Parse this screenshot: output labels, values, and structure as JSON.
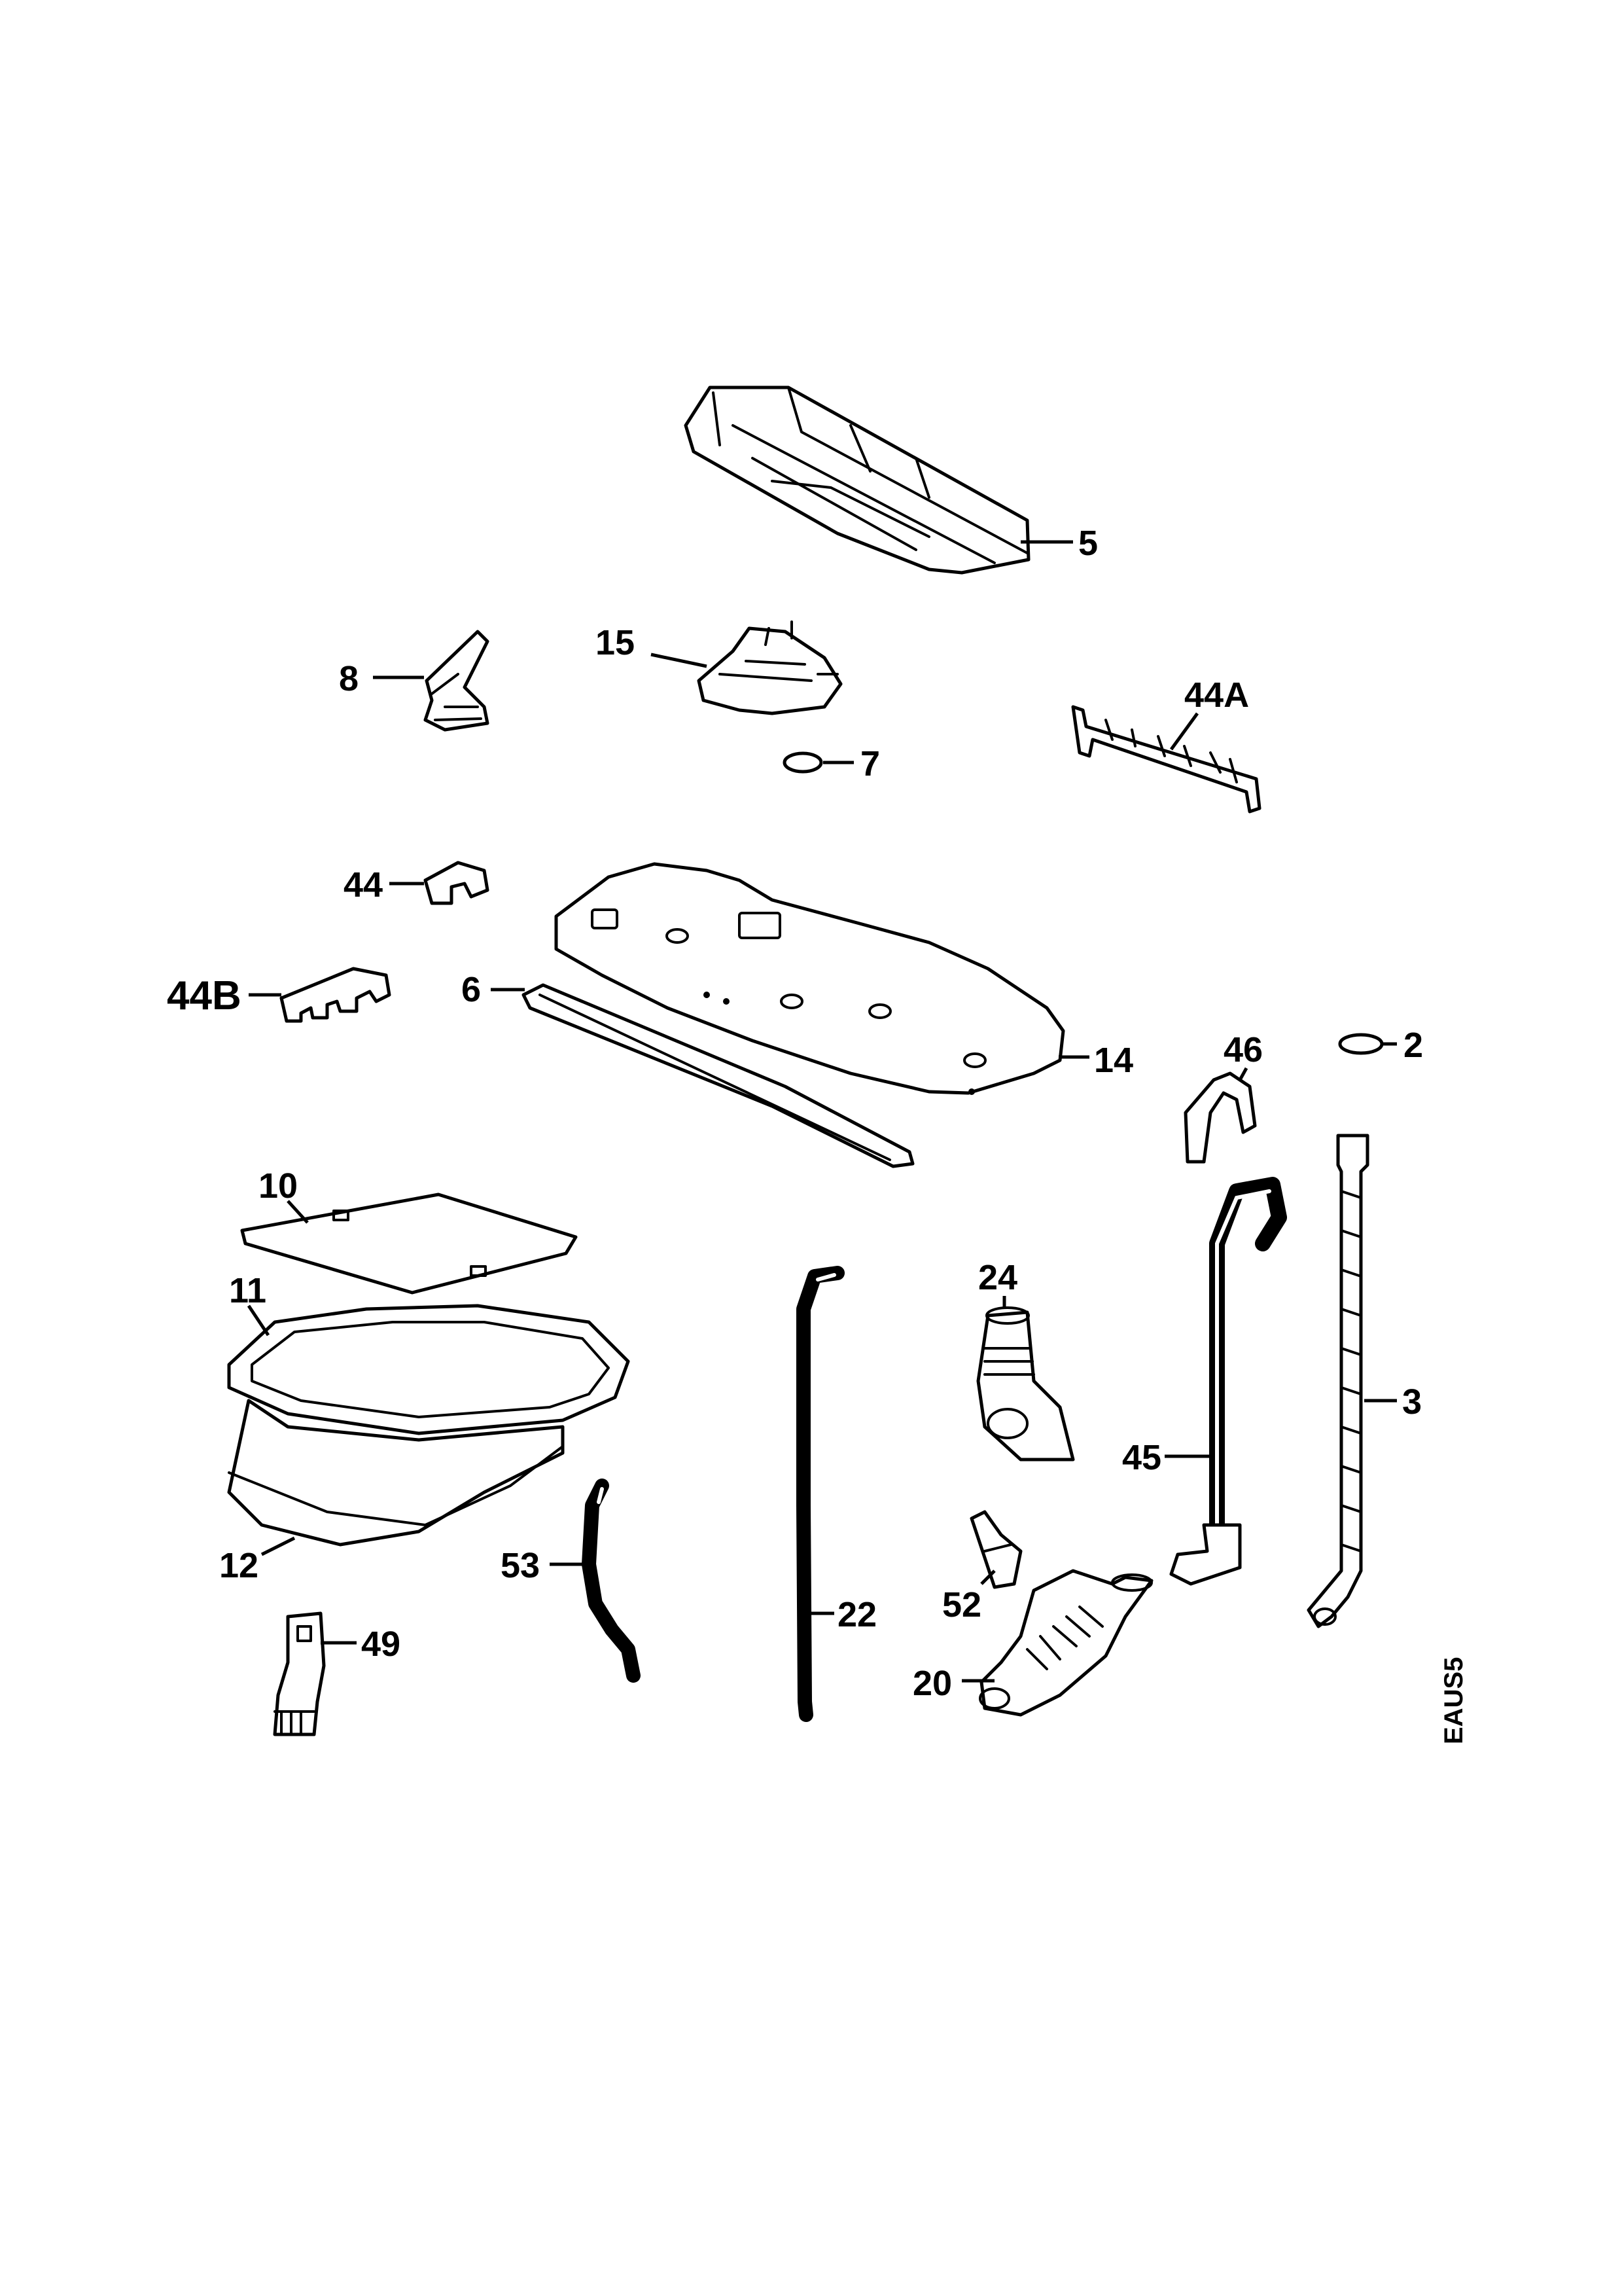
{
  "labels": {
    "p5": "5",
    "p15": "15",
    "p8": "8",
    "p44a": "44A",
    "p7": "7",
    "p44": "44",
    "p44b": "44B",
    "p6": "6",
    "p14": "14",
    "p46": "46",
    "p2": "2",
    "p10": "10",
    "p11": "11",
    "p24": "24",
    "p3": "3",
    "p45": "45",
    "p12": "12",
    "p53": "53",
    "p52": "52",
    "p22": "22",
    "p49": "49",
    "p20": "20"
  },
  "drawing_code": "EAUS5",
  "colors": {
    "ink": "#000000",
    "paper": "#ffffff"
  }
}
